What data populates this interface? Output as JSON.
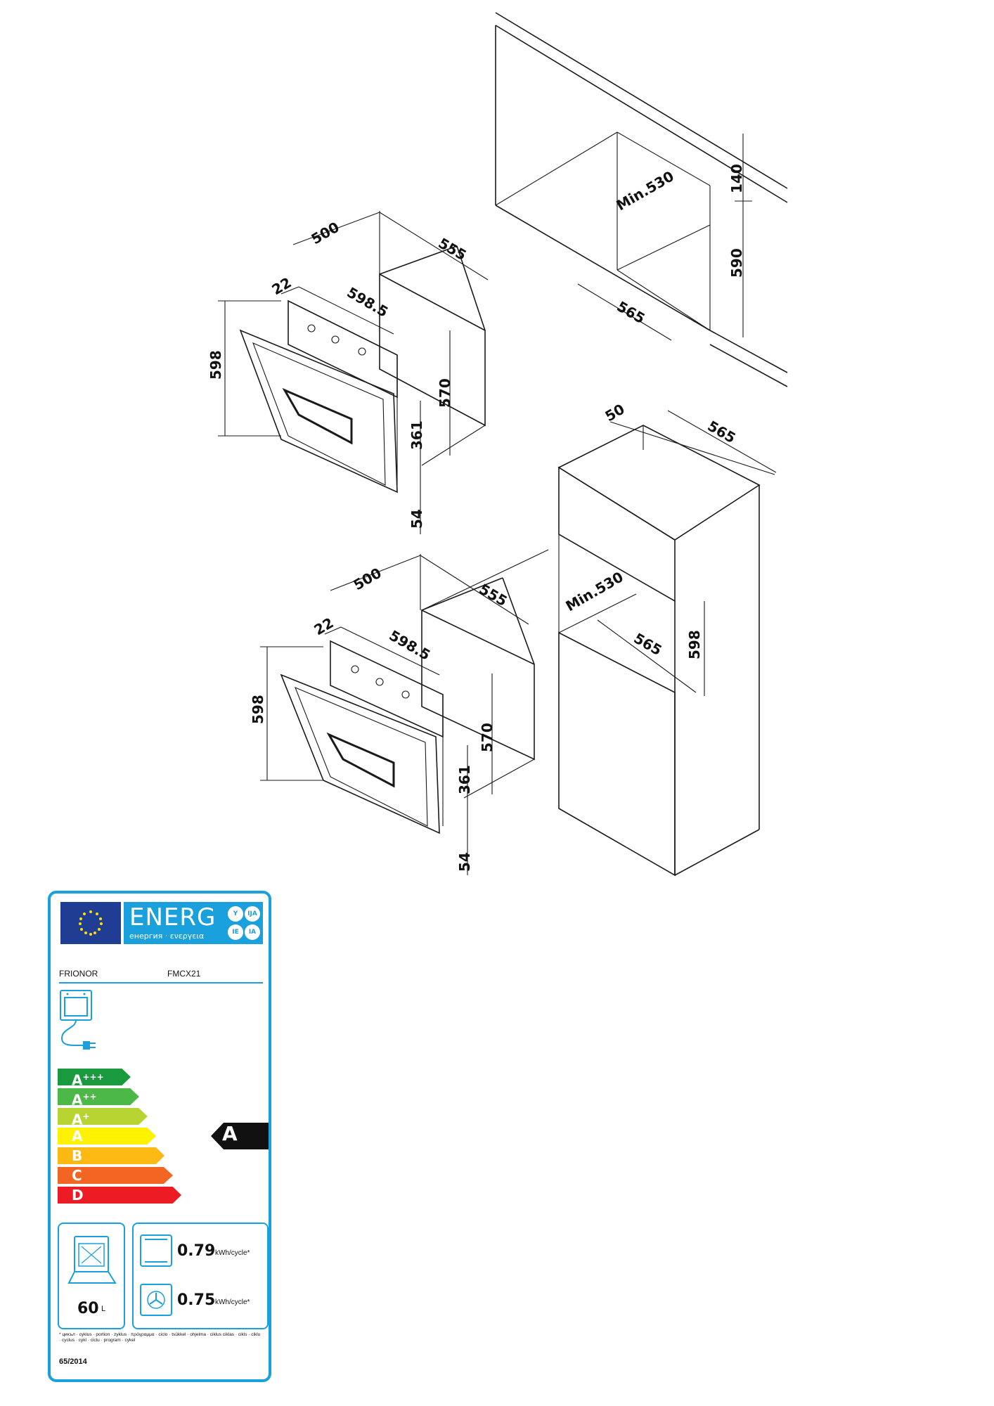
{
  "dimensions": {
    "top_drawing": {
      "depth_outer": "500",
      "depth_total": "555",
      "door_offset": "22",
      "width": "598.5",
      "front_height": "598",
      "body_height": "570",
      "lower_height": "361",
      "bottom": "54",
      "niche_min": "Min.530",
      "niche_top": "140",
      "niche_height": "590",
      "niche_depth": "565"
    },
    "bottom_drawing": {
      "depth_outer": "500",
      "depth_total": "555",
      "door_offset": "22",
      "width": "598.5",
      "front_height": "598",
      "body_height": "570",
      "lower_height": "361",
      "bottom": "54",
      "niche_min": "Min.530",
      "niche_depth": "565",
      "niche_height": "598",
      "cabinet_top_offset": "50",
      "cabinet_depth": "565"
    }
  },
  "energy_label": {
    "energ_word": "ENERG",
    "energ_sub": "енергия · ενεργεια",
    "lang_circles": [
      "Y",
      "IJA",
      "IE",
      "IA"
    ],
    "brand": "FRIONOR",
    "model": "FMCX21",
    "classes": [
      {
        "base": "A",
        "plus": "+++",
        "color": "#1a9a3f"
      },
      {
        "base": "A",
        "plus": "++",
        "color": "#4cb847"
      },
      {
        "base": "A",
        "plus": "+",
        "color": "#b7d433"
      },
      {
        "base": "A",
        "plus": "",
        "color": "#fff200"
      },
      {
        "base": "B",
        "plus": "",
        "color": "#fcb813"
      },
      {
        "base": "C",
        "plus": "",
        "color": "#f26522"
      },
      {
        "base": "D",
        "plus": "",
        "color": "#ed1c24"
      }
    ],
    "rating": "A",
    "volume": "60",
    "volume_unit": "L",
    "consumption_conventional": "0.79",
    "consumption_fan": "0.75",
    "consumption_unit": "kWh/cycle*",
    "footnote": "* циκъл · cyklus · portion · zyklus · πρόγραμμα · ciclo · tsükkel · ohjelma · ciklus ciklas · cikls · ciklu · cyclus · cykl · ciclu · program · cykel",
    "regulation": "65/2014",
    "colors": {
      "accent": "#1aa0dc",
      "flag": "#1f3d93",
      "rating_arrow": "#111111"
    }
  }
}
